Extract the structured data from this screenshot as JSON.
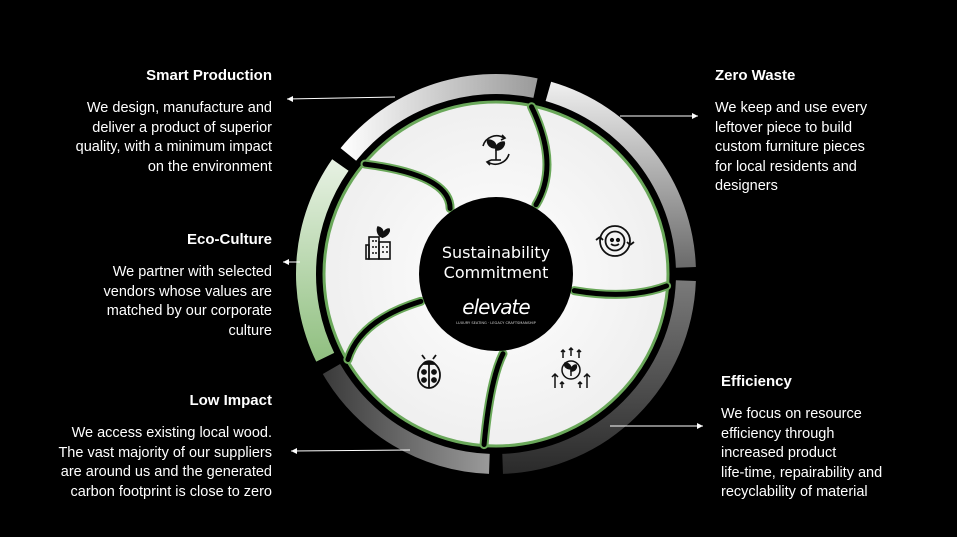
{
  "center": {
    "title_line1": "Sustainability",
    "title_line2": "Commitment",
    "logo_text": "elevate",
    "logo_tagline": "LUXURY SEATING · LEGACY CRAFTSMANSHIP"
  },
  "pillars": [
    {
      "id": "smart-production",
      "title": "Smart Production",
      "lines": [
        "We design, manufacture and",
        "deliver a product of superior",
        "quality, with a minimum impact",
        "on the environment"
      ],
      "icon": "plant-cycle-icon"
    },
    {
      "id": "zero-waste",
      "title": "Zero Waste",
      "lines": [
        "We keep and use every",
        "leftover piece to build",
        "custom furniture pieces",
        "for local residents and",
        "designers"
      ],
      "icon": "recycle-icon"
    },
    {
      "id": "eco-culture",
      "title": "Eco-Culture",
      "lines": [
        "We partner with selected",
        "vendors whose values are",
        "matched by our corporate",
        "culture"
      ],
      "icon": "eco-building-icon"
    },
    {
      "id": "low-impact",
      "title": "Low Impact",
      "lines": [
        "We access existing local wood.",
        "The vast majority of our suppliers",
        "are around us and the generated",
        "carbon footprint is close to zero"
      ],
      "icon": "ladybug-icon"
    },
    {
      "id": "efficiency",
      "title": "Efficiency",
      "lines": [
        "We focus on resource",
        "efficiency through",
        "increased product",
        "life-time, repairability and",
        "recyclability of material"
      ],
      "icon": "growth-leaf-icon"
    }
  ],
  "colors": {
    "background": "#000000",
    "accent_green": "#5a9a4a",
    "ring_light": "#e6e6e6",
    "ring_dark": "#4a4a4a"
  }
}
